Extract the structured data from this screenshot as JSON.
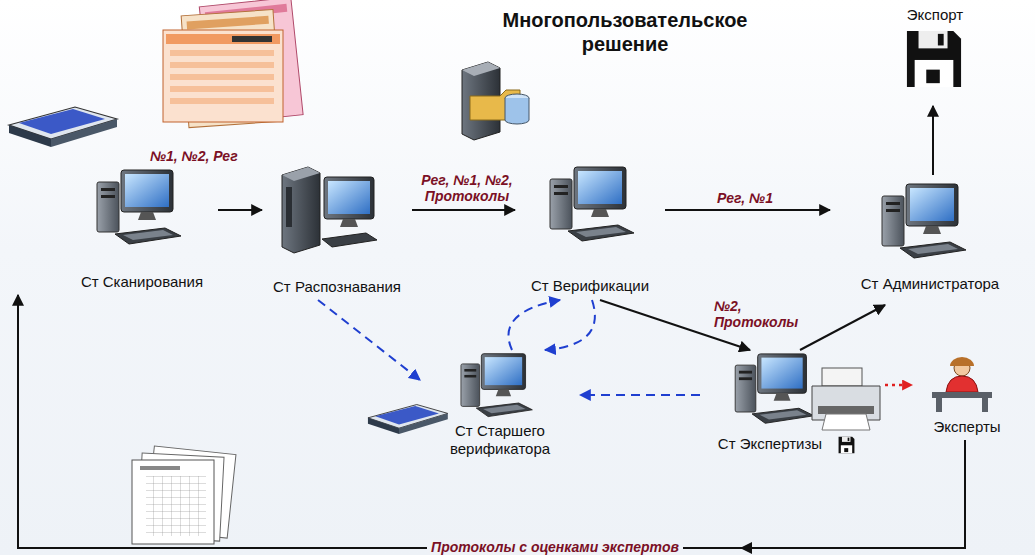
{
  "diagram": {
    "title": "Многопользовательское решение",
    "nodes": [
      {
        "text": [
          "Ст Сканирования"
        ]
      },
      {
        "text": [
          "Ст Распознавания"
        ]
      },
      {
        "text": [
          "Ст Верификации"
        ]
      },
      {
        "text": [
          "Ст Администратора"
        ]
      },
      {
        "text": [
          "Экспорт"
        ]
      },
      {
        "text": [
          "Ст Старшего верификатора"
        ]
      },
      {
        "text": [
          "Ст Экспертизы"
        ]
      },
      {
        "text": [
          "Эксперты"
        ]
      }
    ],
    "edges": [
      {
        "from": 0,
        "to": 1,
        "arrow": "to"
      },
      {
        "from": 1,
        "to": 2,
        "label": "Рег, №1, №2, Протоколы",
        "arrow": "to"
      },
      {
        "from": 2,
        "to": 3,
        "label": "Рег, №1",
        "arrow": "to"
      },
      {
        "from": 2,
        "to": 6,
        "label": "№2, Протоколы",
        "arrow": "to"
      },
      {
        "from": 6,
        "to": 3,
        "arrow": "to"
      },
      {
        "from": 3,
        "to": 4,
        "arrow": "to"
      },
      {
        "from": 1,
        "to": 5,
        "arrow": "to"
      },
      {
        "from": 5,
        "to": 2,
        "arrow": "to"
      },
      {
        "from": 2,
        "to": 5,
        "arrow": "to"
      },
      {
        "from": 6,
        "to": 5,
        "arrow": "to"
      },
      {
        "from": 6,
        "to": 7,
        "arrow": "to"
      },
      {
        "from": 7,
        "to": 0,
        "label": "Протоколы с оценками экспертов",
        "arrow": "to"
      }
    ],
    "labels": [
      "№1, №2, Рег"
    ]
  }
}
